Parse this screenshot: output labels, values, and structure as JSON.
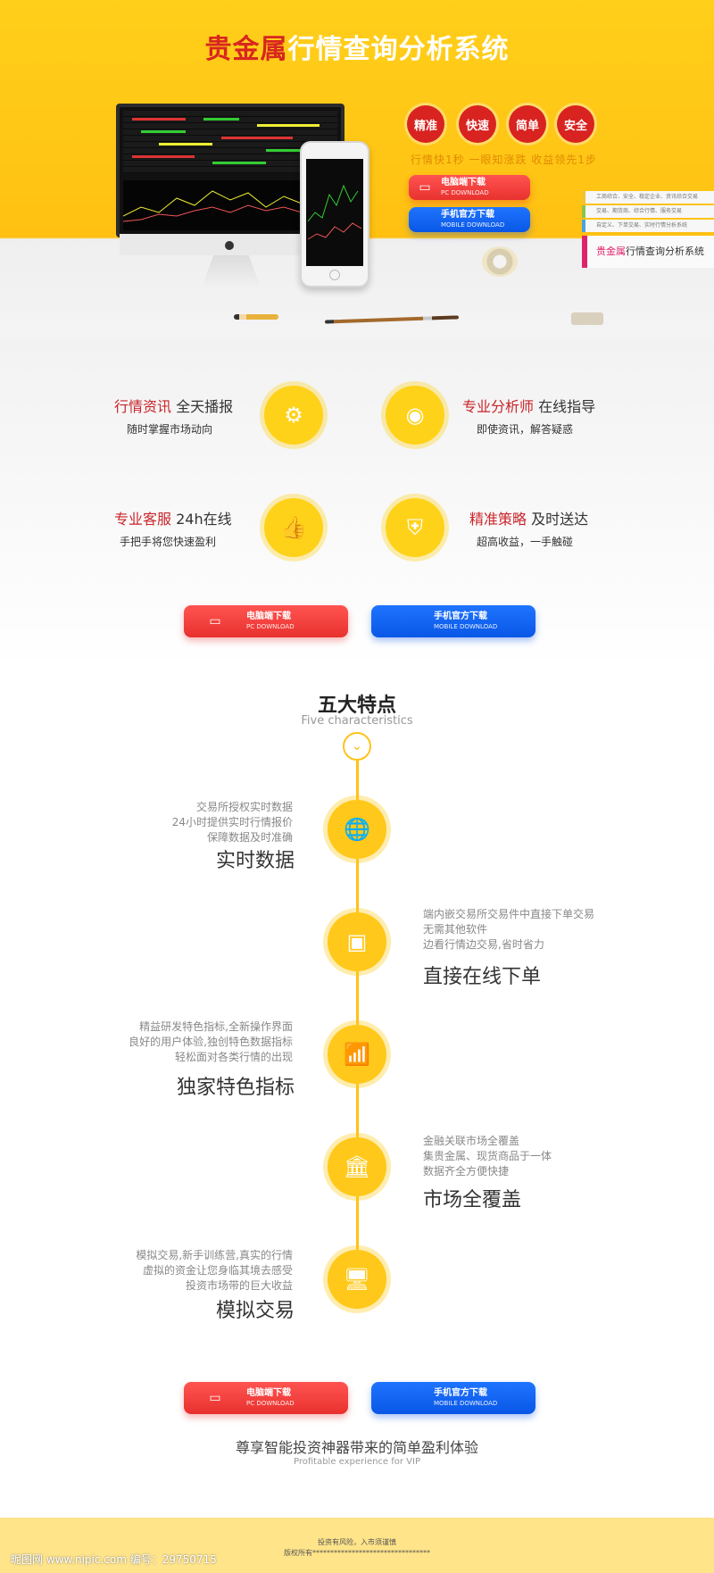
{
  "hero": {
    "title_hl": "贵金属",
    "title_rest": "行情查询分析系统",
    "badges": [
      "精准",
      "快速",
      "简单",
      "安全"
    ],
    "slogan": "行情快1秒  一眼知涨跌  收益领先1步",
    "book_labels": [
      "工商综合、安全、稳定企业、资讯综合交易",
      "交易、期货商、综合行情、服务交易",
      "自定义、下单交易、实时行情分析系统"
    ],
    "book_main_hl": "贵金属",
    "book_main_rest": "行情查询分析系统"
  },
  "download": {
    "pc_label": "电脑端下载",
    "pc_sub": "PC DOWNLOAD",
    "mobile_label": "手机官方下载",
    "mobile_sub": "MOBILE DOWNLOAD"
  },
  "features": [
    {
      "hl": "行情资讯",
      "rest": " 全天播报",
      "sub": "随时掌握市场动向",
      "icon": "gear-icon"
    },
    {
      "hl": "专业分析师",
      "rest": " 在线指导",
      "sub": "即使资讯，解答疑惑",
      "icon": "eye-icon"
    },
    {
      "hl": "专业客服",
      "rest": " 24h在线",
      "sub": "手把手将您快速盈利",
      "icon": "thumbs-up-icon"
    },
    {
      "hl": "精准策略",
      "rest": " 及时送达",
      "sub": "超高收益，一手触碰",
      "icon": "shield-icon"
    }
  ],
  "five": {
    "title": "五大特点",
    "subtitle": "Five characteristics",
    "items": [
      {
        "title": "实时数据",
        "lines": [
          "交易所授权实时数据",
          "24小时提供实时行情报价",
          "保障数据及时准确"
        ],
        "icon": "globe-icon"
      },
      {
        "title": "直接在线下单",
        "lines": [
          "端内嵌交易所交易件中直接下单交易",
          "无需其他软件",
          "边看行情边交易,省时省力"
        ],
        "icon": "wallet-icon"
      },
      {
        "title": "独家特色指标",
        "lines": [
          "精益研发特色指标,全新操作界面",
          "良好的用户体验,独创特色数据指标",
          "轻松面对各类行情的出现"
        ],
        "icon": "chart-icon"
      },
      {
        "title": "市场全覆盖",
        "lines": [
          "金融关联市场全覆盖",
          "集贵金属、现货商品于一体",
          "数据齐全方便快捷"
        ],
        "icon": "bank-icon"
      },
      {
        "title": "模拟交易",
        "lines": [
          "模拟交易,新手训练营,真实的行情",
          "虚拟的资金让您身临其境去感受",
          "投资市场带的巨大收益"
        ],
        "icon": "monitor-icon"
      }
    ]
  },
  "slogan": {
    "main": "尊享智能投资神器带来的简单盈利体验",
    "en": "Profitable experience for VIP"
  },
  "footer": {
    "risk": "投资有风险，入市须谨慎",
    "copyright": "版权所有*********************************",
    "watermark": "昵图网 www.nipic.com  编号：29750715"
  },
  "colors": {
    "accent": "#ffc81a",
    "red": "#d82320",
    "blue": "#0957e6"
  }
}
